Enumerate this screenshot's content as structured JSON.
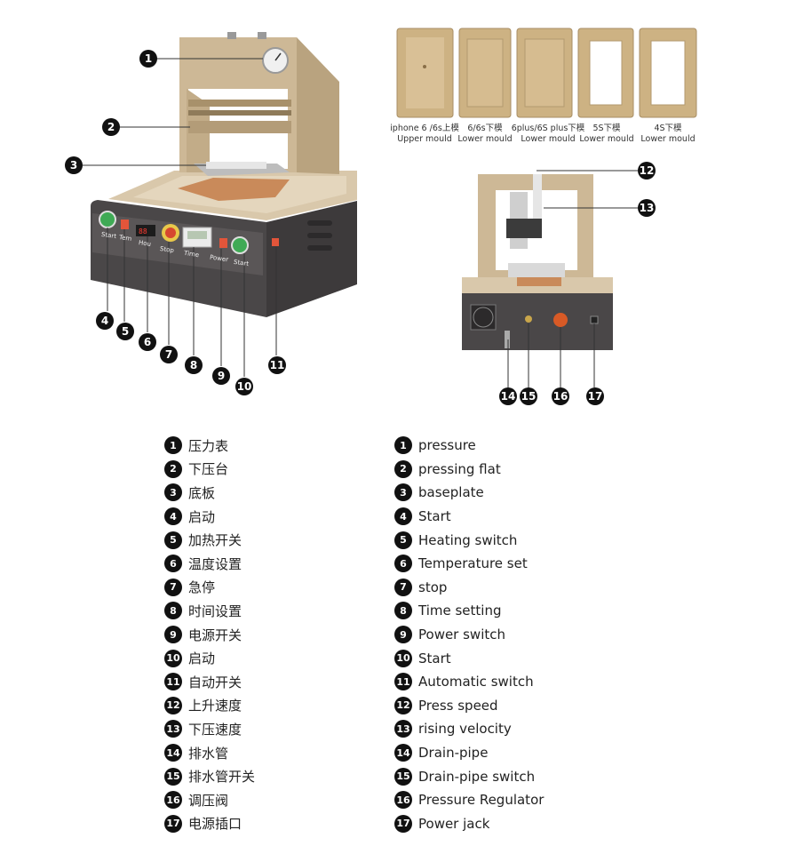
{
  "moulds": [
    {
      "label_line1": "iphone 6 /6s上模",
      "label_line2": "Upper mould"
    },
    {
      "label_line1": "6/6s下模",
      "label_line2": "Lower mould"
    },
    {
      "label_line1": "6plus/6S plus下模",
      "label_line2": "Lower mould"
    },
    {
      "label_line1": "5S下模",
      "label_line2": "Lower mould"
    },
    {
      "label_line1": "4S下模",
      "label_line2": "Lower mould"
    }
  ],
  "callouts": [
    "1",
    "2",
    "3",
    "4",
    "5",
    "6",
    "7",
    "8",
    "9",
    "10",
    "11",
    "12",
    "13",
    "14",
    "15",
    "16",
    "17"
  ],
  "panel_labels": {
    "start_left": "Start",
    "temp": "Tem",
    "hou": "Hou",
    "stop": "Stop",
    "time": "Time",
    "power": "Power",
    "start_right": "Start"
  },
  "legend": [
    {
      "num": "1",
      "zh": "压力表",
      "en": "pressure"
    },
    {
      "num": "2",
      "zh": "下压台",
      "en": "pressing flat"
    },
    {
      "num": "3",
      "zh": "底板",
      "en": "baseplate"
    },
    {
      "num": "4",
      "zh": "启动",
      "en": "Start"
    },
    {
      "num": "5",
      "zh": "加热开关",
      "en": "Heating switch"
    },
    {
      "num": "6",
      "zh": "温度设置",
      "en": "Temperature set"
    },
    {
      "num": "7",
      "zh": "急停",
      "en": "stop"
    },
    {
      "num": "8",
      "zh": "时间设置",
      "en": "Time setting"
    },
    {
      "num": "9",
      "zh": "电源开关",
      "en": "Power switch"
    },
    {
      "num": "10",
      "zh": "启动",
      "en": "Start"
    },
    {
      "num": "11",
      "zh": "自动开关",
      "en": "Automatic switch"
    },
    {
      "num": "12",
      "zh": "上升速度",
      "en": "Press speed"
    },
    {
      "num": "13",
      "zh": "下压速度",
      "en": "rising velocity"
    },
    {
      "num": "14",
      "zh": "排水管",
      "en": "Drain-pipe"
    },
    {
      "num": "15",
      "zh": "排水管开关",
      "en": "Drain-pipe switch"
    },
    {
      "num": "16",
      "zh": "调压阀",
      "en": "Pressure Regulator"
    },
    {
      "num": "17",
      "zh": "电源插口",
      "en": "Power jack"
    }
  ],
  "colors": {
    "gold": "#cdb896",
    "gold_dark": "#a8916b",
    "body_dark": "#4a4748",
    "copper": "#c98a5a",
    "callout": "#111111"
  }
}
